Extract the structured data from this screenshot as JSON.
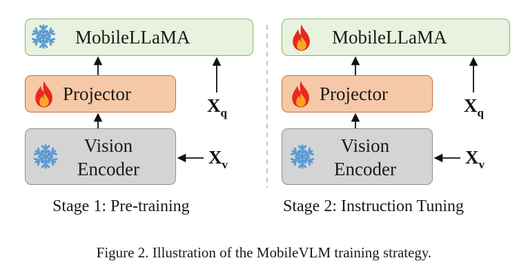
{
  "panels": [
    {
      "llm_label": "MobileLLaMA",
      "llm_icon": "snowflake-icon",
      "projector_label": "Projector",
      "projector_icon": "flame-icon",
      "vision_label_line1": "Vision",
      "vision_label_line2": "Encoder",
      "vision_icon": "snowflake-icon",
      "xq_base": "X",
      "xq_sub": "q",
      "xv_base": "X",
      "xv_sub": "v",
      "stage_label": "Stage 1: Pre-training"
    },
    {
      "llm_label": "MobileLLaMA",
      "llm_icon": "flame-icon",
      "projector_label": "Projector",
      "projector_icon": "flame-icon",
      "vision_label_line1": "Vision",
      "vision_label_line2": "Encoder",
      "vision_icon": "snowflake-icon",
      "xq_base": "X",
      "xq_sub": "q",
      "xv_base": "X",
      "xv_sub": "v",
      "stage_label": "Stage 2: Instruction Tuning"
    }
  ],
  "caption": "Figure 2. Illustration of the MobileVLM training strategy.",
  "colors": {
    "llm_fill": "#e8f2de",
    "llm_border": "#82b366",
    "projector_fill": "#f5c9a8",
    "projector_border": "#c9703a",
    "vision_fill": "#d4d4d4",
    "vision_border": "#8f8f8f",
    "snowflake": "#5b9bd5",
    "flame_outer": "#e8281e",
    "flame_inner": "#f7a823"
  }
}
